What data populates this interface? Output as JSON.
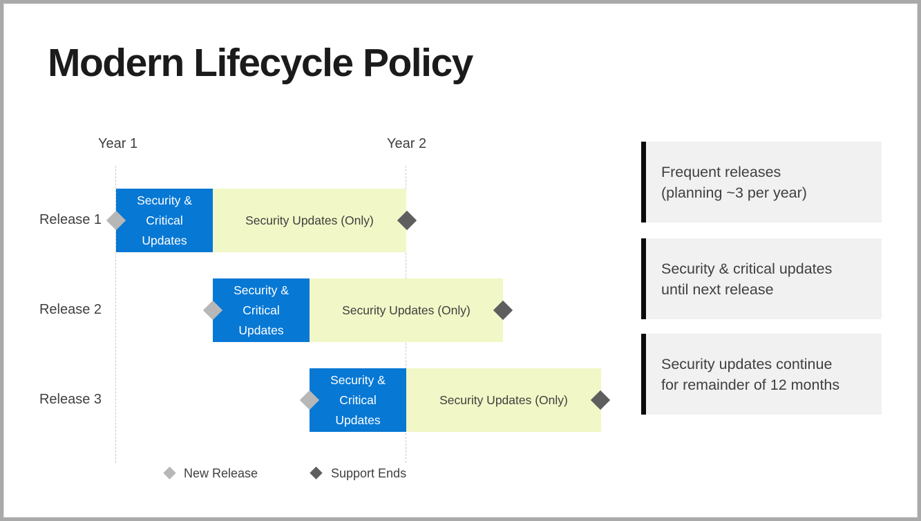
{
  "title": "Modern Lifecycle Policy",
  "timeline": {
    "year_axis": [
      "Year 1",
      "Year 2"
    ],
    "rows": [
      {
        "label": "Release 1",
        "critical_phase": "Security & Critical Updates",
        "security_phase": "Security Updates (Only)"
      },
      {
        "label": "Release 2",
        "critical_phase": "Security & Critical Updates",
        "security_phase": "Security Updates (Only)"
      },
      {
        "label": "Release 3",
        "critical_phase": "Security & Critical Updates",
        "security_phase": "Security Updates (Only)"
      }
    ],
    "legend": [
      {
        "marker": "new-release-diamond",
        "label": "New Release"
      },
      {
        "marker": "support-ends-diamond",
        "label": "Support Ends"
      }
    ]
  },
  "callouts": [
    {
      "lines": [
        "Frequent releases",
        "(planning ~3 per year)"
      ]
    },
    {
      "lines": [
        "Security & critical updates",
        "until next release"
      ]
    },
    {
      "lines": [
        "Security updates continue",
        "for remainder of 12 months"
      ]
    }
  ],
  "colors": {
    "critical_bar": "#0778D4",
    "security_bar": "#F1F7C6",
    "marker_new_release": "#B7B7B7",
    "marker_support_ends": "#5E5E5E",
    "callout_bg": "#F1F1F1",
    "callout_accent": "#0B0B0B",
    "text": "#3F3F3F",
    "title_text": "#1B1B1B",
    "gridline": "#C8C8C8",
    "frame": "#A9A9A9"
  }
}
